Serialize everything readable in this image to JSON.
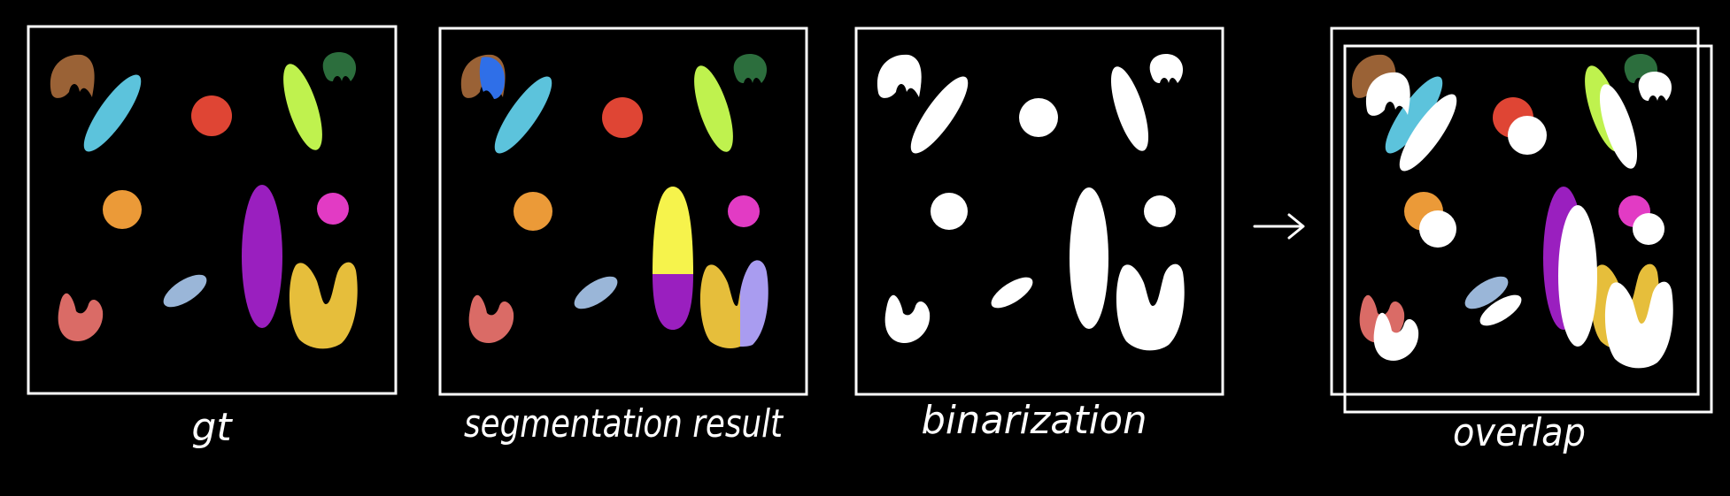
{
  "panels": [
    {
      "id": "gt",
      "caption": "gt"
    },
    {
      "id": "seg",
      "caption": "segmentation result"
    },
    {
      "id": "bin",
      "caption": "binarization"
    },
    {
      "id": "ovl",
      "caption": "overlap"
    }
  ],
  "arrow_glyph": "→",
  "colors": {
    "background": "#000000",
    "frame": "#ffffff",
    "brown": "#9a6236",
    "blue": "#2f6fe8",
    "cyan": "#5cc3dc",
    "red": "#df4534",
    "lime": "#bff24e",
    "green": "#2c6e3d",
    "orange": "#eb9a38",
    "purple": "#9a1fbf",
    "magenta": "#e23bc4",
    "salmon": "#da6b66",
    "lightblue": "#9ab6d8",
    "gold": "#e6be3b",
    "yellow": "#f6f34c",
    "lavender": "#a99cf0",
    "white": "#ffffff"
  }
}
